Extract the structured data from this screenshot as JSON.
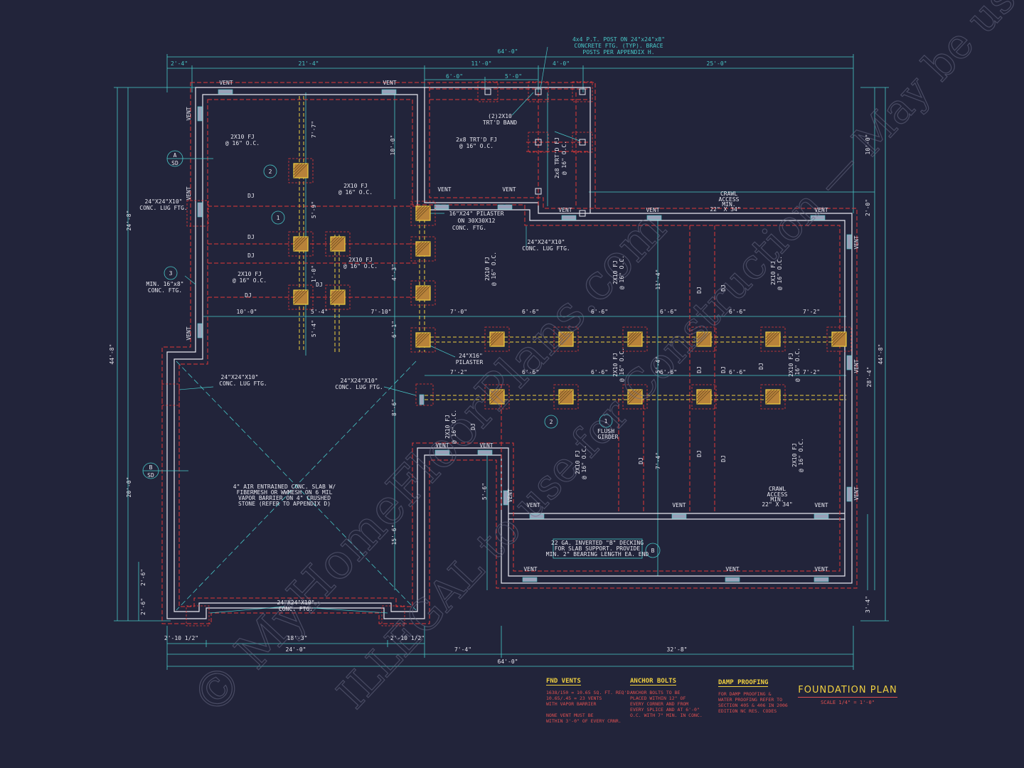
{
  "title_block": {
    "title": "FOUNDATION PLAN",
    "scale": "SCALE 1/4\" = 1'-0\""
  },
  "watermark": {
    "line1": "© MyHomeFloorPlans.com",
    "line2": "ILLEGAL to use for Construction — May be used for Estimations"
  },
  "notes": {
    "fnd_vents": {
      "heading": "FND VENTS",
      "body": "1638/150 = 10.65 SQ. FT. REQ'D\n10.65/.45 = 23 VENTS\nWITH VAPOR BARRIER\n\nNONE VENT MUST BE\nWITHIN 3'-0\" OF EVERY CRNR."
    },
    "anchor_bolts": {
      "heading": "ANCHOR BOLTS",
      "body": "ANCHOR BOLTS TO BE\nPLACED WITHIN 12\" OF\nEVERY CORNER AND FROM\nEVERY SPLICE AND AT 6'-0\"\nO.C. WITH 7\" MIN. IN CONC."
    },
    "damp_proofing": {
      "heading": "DAMP PROOFING",
      "body": "FOR DAMP PROOFING &\nWATER PROOFING REFER TO\nSECTION 405 & 406 IN 2006\nEDITION NC RES. CODES"
    }
  },
  "labels": {
    "dim_64_top": "64'-0\"",
    "dim_2_4": "2'-4\"",
    "dim_21_4": "21'-4\"",
    "dim_11_0": "11'-0\"",
    "dim_4_0": "4'-0\"",
    "dim_25_0": "25'-0\"",
    "dim_6_0": "6'-0\"",
    "dim_5_0": "5'-0\"",
    "post_note_1": "4x4 P.T. POST ON 24\"x24\"x8\"",
    "post_note_2": "CONCRETE FTG. (TYP). BRACE",
    "post_note_3": "POSTS PER APPENDIX H.",
    "band_1": "(2)2X10",
    "band_2": "TRT'D BAND",
    "trtd_fj_1": "2x8 TRT'D FJ",
    "trtd_fj_2": "@ 16\" O.C.",
    "fj_2x10_a": "2X10 FJ",
    "fj_oc_a": "@ 16\" O.C.",
    "fj_2x10_b": "2X10 FJ",
    "fj_oc_b": "@ 16\" O.C.",
    "fj_2x10_c": "2X10 FJ",
    "fj_oc_c": "@ 16\" O.C.",
    "fj_2x10_d": "2X10 FJ",
    "fj_oc_d": "@ 16\" O.C.",
    "dj": "DJ",
    "conc_lug_1a": "24\"X24\"X10\"",
    "conc_lug_1b": "CONC. LUG FTG.",
    "conc_lug_2a": "24\"X24\"X10\"",
    "conc_lug_2b": "CONC. LUG FTG.",
    "conc_lug_3a": "24\"X24\"X10\"",
    "conc_lug_3b": "CONC. LUG FTG.",
    "conc_lug_4a": "24\"X24\"X10\"",
    "conc_lug_4b": "CONC. LUG FTG.",
    "conc_ftg_a": "24\"X24\"X10\"",
    "conc_ftg_b": "CONC. FTG.",
    "min_ftg_a": "MIN. 16\"x8\"",
    "min_ftg_b": "CONC. FTG.",
    "pilaster_1a": "16\"X24\" PILASTER",
    "pilaster_1b": "ON 30X30X12",
    "pilaster_1c": "CONC. FTG.",
    "pilaster_2a": "24\"X16\"",
    "pilaster_2b": "PILASTER",
    "crawl_1a": "CRAWL",
    "crawl_1b": "ACCESS",
    "crawl_1c": "MIN.",
    "crawl_1d": "22\" X 34\"",
    "slab_1": "4\" AIR ENTRAINED CONC. SLAB W/",
    "slab_2": "FIBERMESH OR WWMESH ON 6 MIL",
    "slab_3": "VAPOR BARRIER ON 4\" CRUSHED",
    "slab_4": "STONE (REFER TO APPENDIX D)",
    "deck_1": "22 GA. INVERTED \"B\" DECKING",
    "deck_2": "FOR SLAB SUPPORT. PROVIDE",
    "deck_3": "MIN. 2\" BEARING LENGTH EA. END",
    "flush_1": "FLUSH",
    "flush_2": "GIRDER",
    "vent": "VENT",
    "sec_a": "A",
    "sec_b": "B",
    "sec_sd": "SD",
    "n1": "1",
    "n2": "2",
    "n3": "3",
    "nb": "B",
    "d_10_0": "10'-0\"",
    "d_5_4": "5'-4\"",
    "d_7_10": "7'-10\"",
    "d_7_0": "7'-0\"",
    "d_6_6": "6'-6\"",
    "d_7_2": "7'-2\"",
    "d_1_0": "1'-0\"",
    "d_2_0": "2'-0\"",
    "d_24_8": "24'-8\"",
    "d_44_8": "44'-8\"",
    "d_20_0": "20'-0\"",
    "d_2_6": "2'-6\"",
    "d_28_4": "28'-4\"",
    "d_3_4": "3'-4\"",
    "d_2_10": "2'-10 1/2\"",
    "d_18_3": "18'-3\"",
    "d_24_0": "24'-0\"",
    "d_7_4": "7'-4\"",
    "d_32_8": "32'-8\"",
    "d_64_0": "64'-0\"",
    "d_7_7": "7'-7\"",
    "d_5_6": "5'-6\"",
    "d_8_6": "8'-6\"",
    "d_15_6": "15'-6\"",
    "d_3_4b": "3'-4\"",
    "d_6_1": "6'-1\"",
    "d_11_4": "11'-4\"",
    "d_5_9": "5'-9\"",
    "d_4_3": "4'-3\""
  }
}
